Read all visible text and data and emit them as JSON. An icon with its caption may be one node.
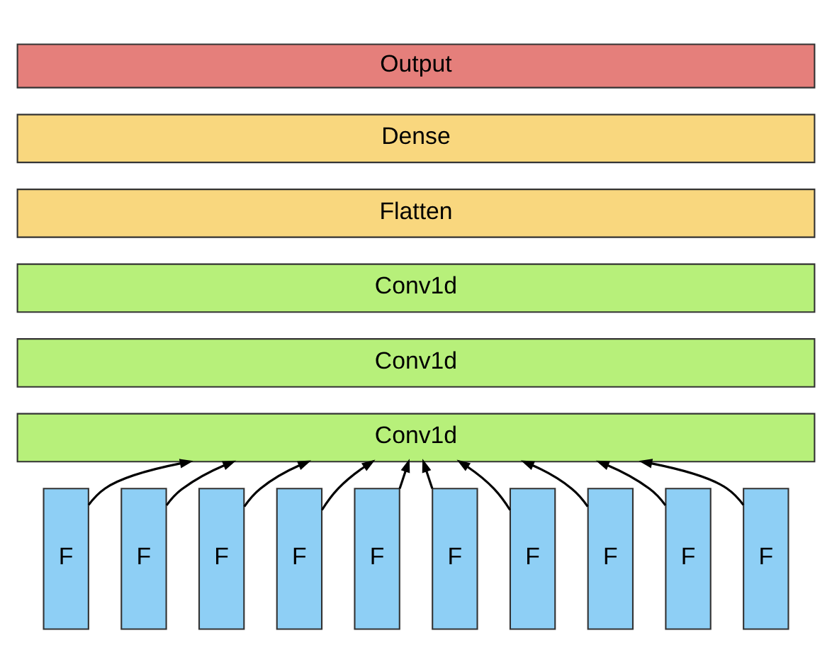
{
  "diagram": {
    "nodes": [
      {
        "text": [
          "Output"
        ]
      },
      {
        "text": [
          "Dense"
        ]
      },
      {
        "text": [
          "Flatten"
        ]
      },
      {
        "text": [
          "Conv1d"
        ]
      },
      {
        "text": [
          "Conv1d"
        ]
      },
      {
        "text": [
          "Conv1d"
        ]
      },
      {
        "text": [
          "F"
        ]
      },
      {
        "text": [
          "F"
        ]
      },
      {
        "text": [
          "F"
        ]
      },
      {
        "text": [
          "F"
        ]
      },
      {
        "text": [
          "F"
        ]
      },
      {
        "text": [
          "F"
        ]
      },
      {
        "text": [
          "F"
        ]
      },
      {
        "text": [
          "F"
        ]
      },
      {
        "text": [
          "F"
        ]
      },
      {
        "text": [
          "F"
        ]
      }
    ],
    "edges": [
      {
        "from": 6,
        "to": 5,
        "arrow": "to"
      },
      {
        "from": 7,
        "to": 5,
        "arrow": "to"
      },
      {
        "from": 8,
        "to": 5,
        "arrow": "to"
      },
      {
        "from": 9,
        "to": 5,
        "arrow": "to"
      },
      {
        "from": 10,
        "to": 5,
        "arrow": "to"
      },
      {
        "from": 11,
        "to": 5,
        "arrow": "to"
      },
      {
        "from": 12,
        "to": 5,
        "arrow": "to"
      },
      {
        "from": 13,
        "to": 5,
        "arrow": "to"
      },
      {
        "from": 14,
        "to": 5,
        "arrow": "to"
      },
      {
        "from": 15,
        "to": 5,
        "arrow": "to"
      }
    ]
  }
}
